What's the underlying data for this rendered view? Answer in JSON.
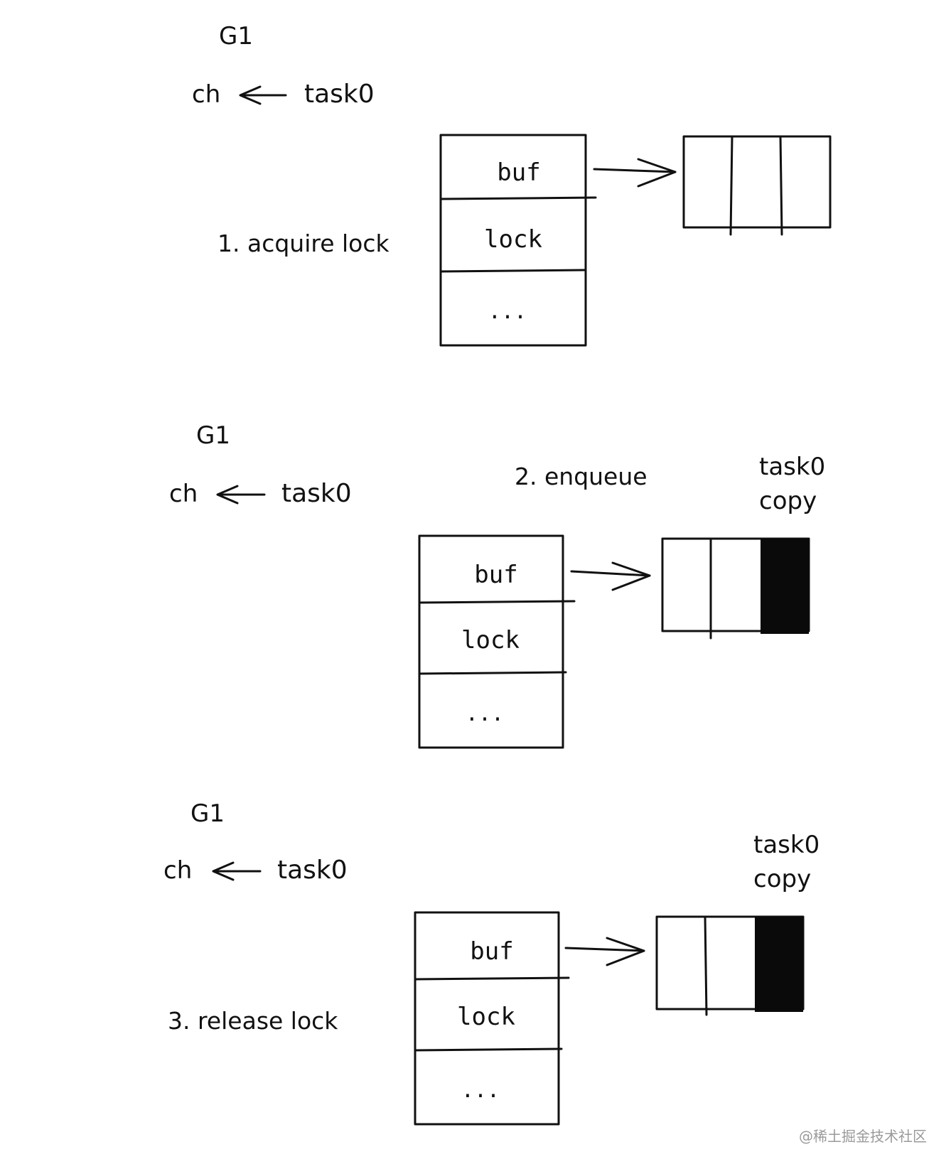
{
  "panels": [
    {
      "goroutine": "G1",
      "channel": "ch",
      "task": "task0",
      "step": "1. acquire lock",
      "fields": [
        "buf",
        "lock",
        "..."
      ],
      "filled_slots": 0,
      "slot_count": 3,
      "slot_label": [
        "",
        ""
      ]
    },
    {
      "goroutine": "G1",
      "channel": "ch",
      "task": "task0",
      "step": "2. enqueue",
      "fields": [
        "buf",
        "lock",
        "..."
      ],
      "filled_slots": 1,
      "slot_count": 3,
      "slot_label": [
        "task0",
        "copy"
      ]
    },
    {
      "goroutine": "G1",
      "channel": "ch",
      "task": "task0",
      "step": "3. release lock",
      "fields": [
        "buf",
        "lock",
        "..."
      ],
      "filled_slots": 1,
      "slot_count": 3,
      "slot_label": [
        "task0",
        "copy"
      ]
    }
  ],
  "watermark": "@稀土掘金技术社区"
}
